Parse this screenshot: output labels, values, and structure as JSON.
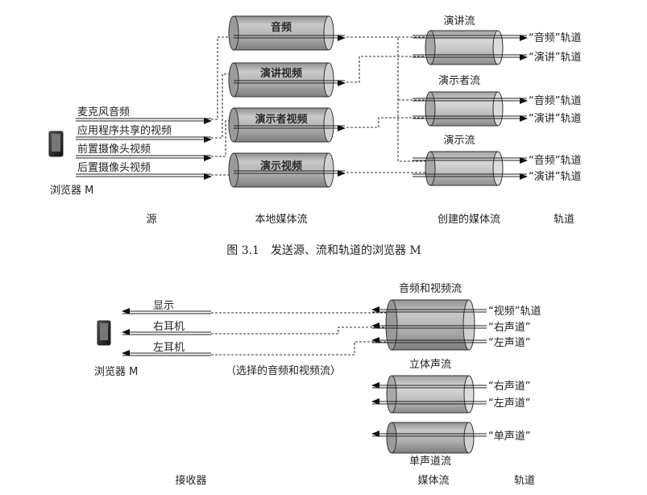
{
  "figure1": {
    "sources": [
      "麦克风音频",
      "应用程序共享的视频",
      "前置摄像头视频",
      "后置摄像头视频"
    ],
    "browser_label": "浏览器 M",
    "local_streams": [
      "音频",
      "演讲视频",
      "演示者视频",
      "演示视频"
    ],
    "created_streams": [
      "演讲流",
      "演示者流",
      "演示流"
    ],
    "track_labels": [
      "“音频”轨道",
      "“演讲”轨道"
    ],
    "bottom_labels": [
      "源",
      "本地媒体流",
      "创建的媒体流",
      "轨道"
    ],
    "caption": "图 3.1　发送源、流和轨道的浏览器 M"
  },
  "figure2": {
    "outputs": [
      "显示",
      "右耳机",
      "左耳机"
    ],
    "browser_label": "浏览器 M",
    "selection_note": "（选择的音频和视频流）",
    "stream_titles": [
      "音频和视频流",
      "立体声流",
      "单声道流"
    ],
    "tracks_av": [
      "“视频”轨道",
      "“右声道”",
      "“左声道”"
    ],
    "tracks_stereo": [
      "“右声道”",
      "“左声道”"
    ],
    "tracks_mono": [
      "“单声道”"
    ],
    "bottom_labels": [
      "接收器",
      "媒体流",
      "轨道"
    ]
  }
}
